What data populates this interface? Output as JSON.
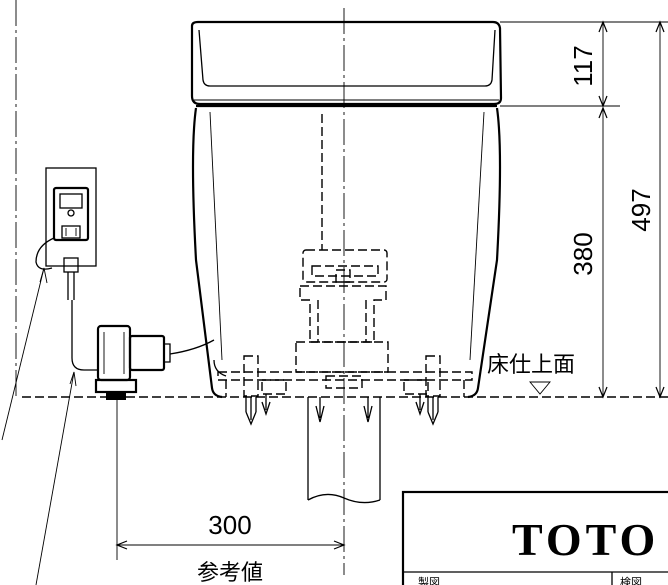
{
  "dimensions": {
    "tank_height": "117",
    "body_height": "380",
    "total_height": "497",
    "supply_offset": "300"
  },
  "labels": {
    "floor_finish": "床仕上面",
    "reference_value": "参考値"
  },
  "title_block": {
    "brand": "TOTO",
    "cell_1": "製図",
    "cell_2": "検図"
  }
}
